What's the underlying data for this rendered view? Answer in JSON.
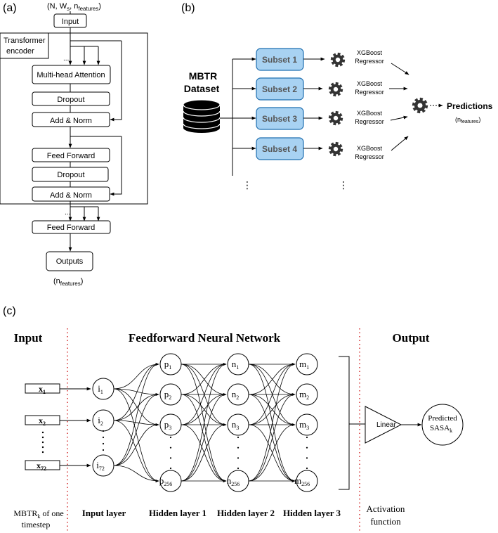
{
  "panel_a": {
    "label": "(a)",
    "input_shape": {
      "base": "(N, W",
      "s": "s",
      "mid": ", n",
      "sub": "features",
      "end": ")"
    },
    "input": "Input",
    "encoder": [
      "Transformer",
      "encoder"
    ],
    "dots": "...",
    "mha": "Multi-head Attention",
    "dropout1": "Dropout",
    "addnorm1": "Add & Norm",
    "ff1": "Feed Forward",
    "dropout2": "Dropout",
    "addnorm2": "Add & Norm",
    "ff2": "Feed Forward",
    "outputs": "Outputs",
    "output_shape": {
      "base": "(n",
      "sub": "features",
      "end": ")"
    }
  },
  "panel_b": {
    "label": "(b)",
    "dataset": [
      "MBTR",
      "Dataset"
    ],
    "subsets": [
      "Subset 1",
      "Subset 2",
      "Subset 3",
      "Subset 4"
    ],
    "regressor": [
      "XGBoost",
      "Regressor"
    ],
    "predictions": "Predictions",
    "pred_shape": {
      "base": "(n",
      "sub": "features",
      "end": ")"
    },
    "vdots": "⋮"
  },
  "panel_c": {
    "label": "(c)",
    "headers": {
      "input": "Input",
      "ffnn": "Feedforward Neural Network",
      "output": "Output"
    },
    "inputs": [
      {
        "base": "x",
        "sub": "1"
      },
      {
        "base": "x",
        "sub": "2"
      },
      {
        "base": "x",
        "sub": "72"
      }
    ],
    "layer_i": [
      {
        "base": "i",
        "sub": "1"
      },
      {
        "base": "i",
        "sub": "2"
      },
      {
        "base": "i",
        "sub": "72"
      }
    ],
    "layer_p": [
      {
        "base": "p",
        "sub": "1"
      },
      {
        "base": "p",
        "sub": "2"
      },
      {
        "base": "p",
        "sub": "3"
      },
      {
        "base": "p",
        "sub": "256"
      }
    ],
    "layer_n": [
      {
        "base": "n",
        "sub": "1"
      },
      {
        "base": "n",
        "sub": "2"
      },
      {
        "base": "n",
        "sub": "3"
      },
      {
        "base": "n",
        "sub": "256"
      }
    ],
    "layer_m": [
      {
        "base": "m",
        "sub": "1"
      },
      {
        "base": "m",
        "sub": "2"
      },
      {
        "base": "m",
        "sub": "3"
      },
      {
        "base": "m",
        "sub": "256"
      }
    ],
    "linear": "Linear",
    "predicted": {
      "line1": "Predicted",
      "base": "SASA",
      "sub": "k"
    },
    "bottom": {
      "mbtr_base": "MBTR",
      "mbtr_sub": "k",
      "mbtr_rest": " of one",
      "mbtr_line2": "timestep",
      "input_layer": "Input layer",
      "hidden1": "Hidden layer 1",
      "hidden2": "Hidden layer 2",
      "hidden3": "Hidden layer 3",
      "activation": [
        "Activation",
        "function"
      ]
    }
  }
}
